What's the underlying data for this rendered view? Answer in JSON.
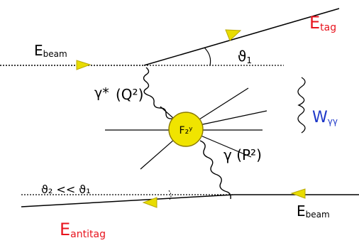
{
  "labels": {
    "e_tag": "E",
    "e_tag_sub": "tag",
    "e_beam_top": "E",
    "e_beam_top_sub": "beam",
    "theta1": "ϑ",
    "theta1_sub": "1",
    "gamma_star": "γ*",
    "q2": "(Q²)",
    "f2_gamma": "F₂ʸ",
    "w_sym": "W",
    "w_sub": "γγ",
    "gamma_p2": "γ (P²)",
    "theta_relation": "ϑ₂ << ϑ₁",
    "e_beam_bottom": "E",
    "e_beam_bottom_sub": "beam",
    "e_antitag": "E",
    "e_antitag_sub": "antitag"
  },
  "colors": {
    "red": "#e8141e",
    "blue": "#1d37c8",
    "black": "#000000",
    "arrow_fill": "#e8dc00",
    "blob_fill": "#f0e400"
  }
}
